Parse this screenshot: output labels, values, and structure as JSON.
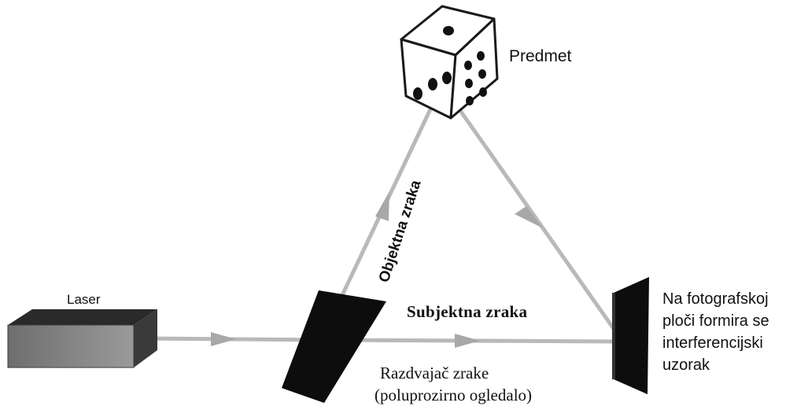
{
  "labels": {
    "laser": "Laser",
    "object": "Predmet",
    "object_beam": "Objektna zraka",
    "reference_beam": "Subjektna zraka",
    "splitter_line1": "Razdvajač zrake",
    "splitter_line2": "(poluprozirno ogledalo)",
    "plate_lines": [
      "Na fotografskoj",
      "ploči formira se",
      "interferencijski",
      "uzorak"
    ]
  },
  "colors": {
    "beam": "#b9b9b9",
    "arrow": "#a8a8a8",
    "laser_top": "#2a2a2a",
    "laser_front": "#7d7d7d",
    "mirror": "#0d0d0d",
    "die_pip": "#111111"
  }
}
